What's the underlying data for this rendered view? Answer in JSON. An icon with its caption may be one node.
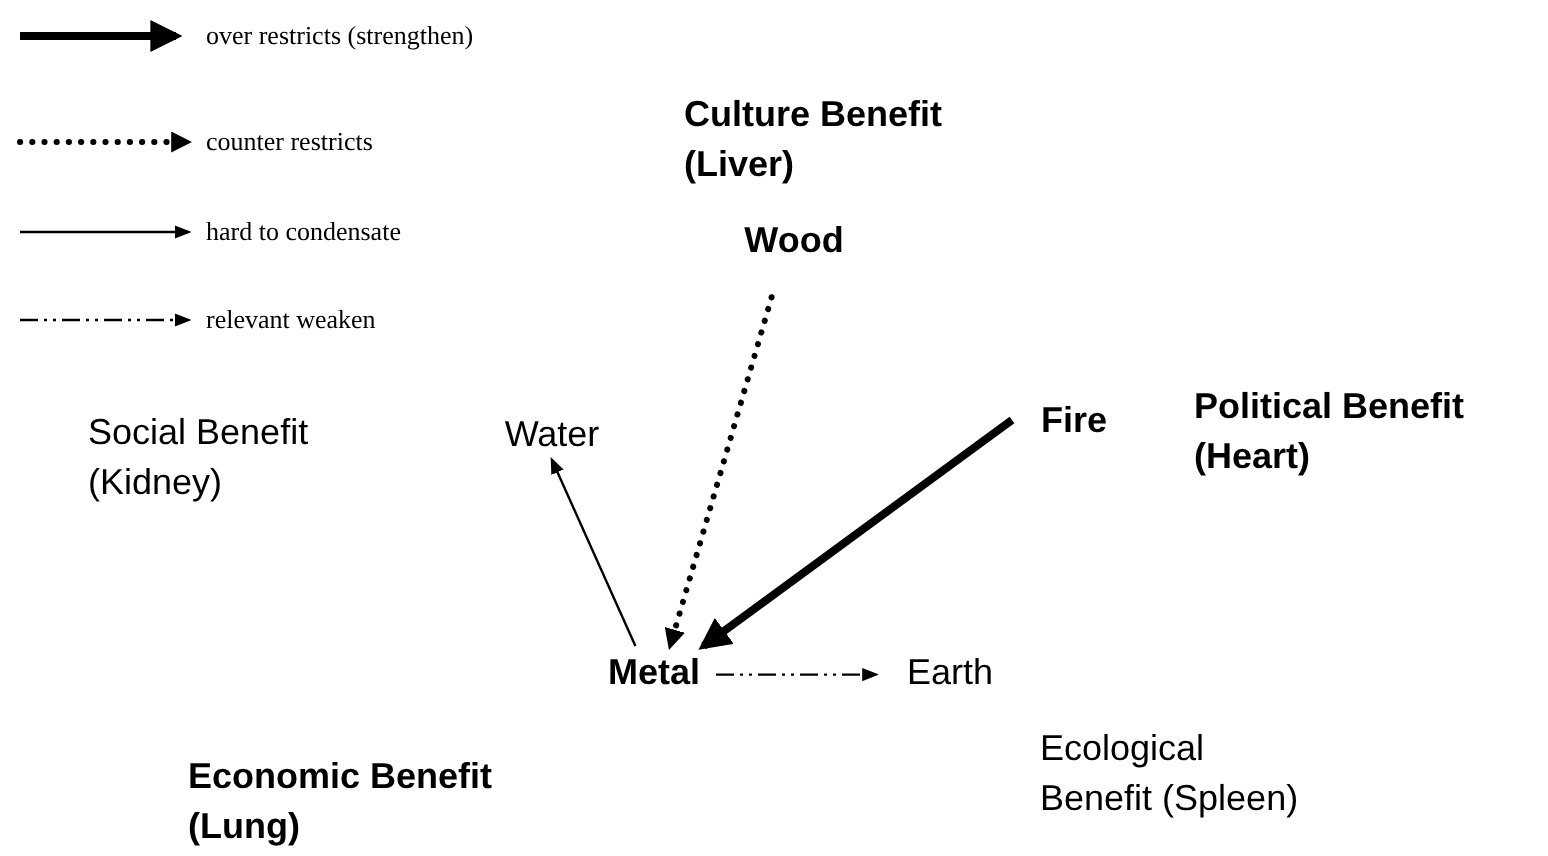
{
  "diagram": {
    "nodes": [
      {
        "text": [
          "Wood"
        ],
        "beside": [
          "Culture Benefit (Liver)"
        ]
      },
      {
        "text": [
          "Fire"
        ],
        "beside": [
          "Political Benefit (Heart)"
        ]
      },
      {
        "text": [
          "Metal"
        ],
        "beside": [
          "Economic Benefit (Lung)"
        ]
      },
      {
        "text": [
          "Water"
        ]
      },
      {
        "text": [
          "Earth"
        ],
        "beside": [
          "Ecological Benefit (Spleen)"
        ]
      }
    ],
    "edges": [
      {
        "from": 0,
        "to": 2,
        "arrow": "to",
        "style": "dashed"
      },
      {
        "from": 1,
        "to": 2,
        "arrow": "to",
        "style": "thick"
      },
      {
        "from": 2,
        "to": 3,
        "arrow": "to"
      },
      {
        "from": 2,
        "to": 4,
        "arrow": "to",
        "style": "dashed"
      }
    ],
    "labels": [
      "Social Benefit (Kidney)"
    ],
    "legend": [
      {
        "text": "over restricts (strengthen)"
      },
      {
        "text": "counter restricts"
      },
      {
        "text": "hard to condensate"
      },
      {
        "text": "relevant weaken"
      }
    ]
  }
}
